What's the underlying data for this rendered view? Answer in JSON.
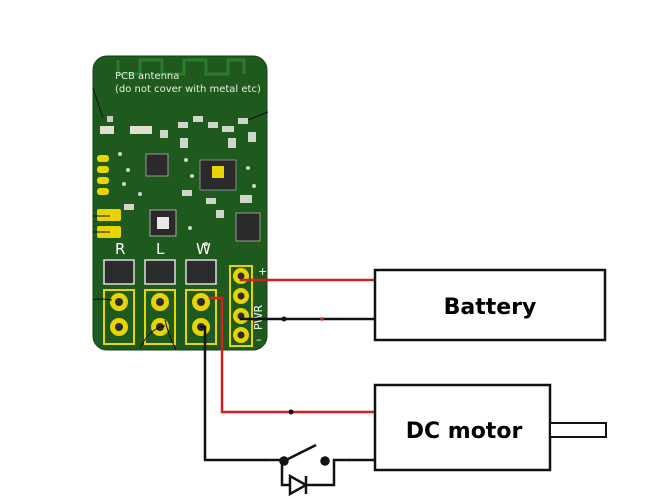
{
  "pcb": {
    "antenna_line1": "PCB antenna",
    "antenna_line2": "(do not cover with metal etc)",
    "channel_labels": [
      "R",
      "L",
      "W"
    ],
    "power_label": "PWR",
    "plus_label": "+",
    "minus_label": "–"
  },
  "battery": {
    "label": "Battery"
  },
  "motor": {
    "label": "DC motor"
  },
  "colors": {
    "pcb_green": "#1e5a1e",
    "pad_yellow": "#e8d400",
    "wire_red": "#d42020",
    "wire_black": "#111111"
  }
}
